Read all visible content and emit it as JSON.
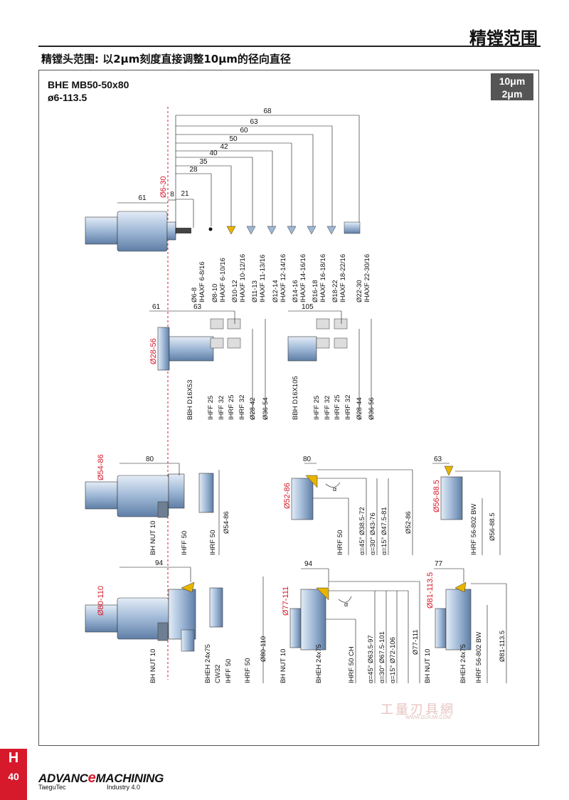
{
  "header": {
    "title": "精镗范围"
  },
  "subtitle": "精镗头范围: 以2μm刻度直接调整10μm的径向直径",
  "model": {
    "name": "BHE MB50-50x80",
    "range": "ø6-113.5"
  },
  "badge": {
    "line1": "10μm",
    "line2": "2μm"
  },
  "top_section": {
    "dims": [
      "68",
      "63",
      "60",
      "50",
      "42",
      "40",
      "35",
      "28",
      "21",
      "8",
      "61"
    ],
    "red_label": "Ø6-30",
    "labels": [
      "Ø6-8",
      "IHAXF 6-8/16",
      "Ø8-10",
      "IHAXF 6-10/16",
      "Ø10-12",
      "IHAXF 10-12/16",
      "Ø11-13",
      "IHAXF 11-13/16",
      "Ø12-14",
      "IHAXF 12-14/16",
      "Ø14-16",
      "IHAXF 14-16/16",
      "Ø16-18",
      "IHAXF 16-18/16",
      "Ø18-22",
      "IHAXF 18-22/16",
      "Ø22-30",
      "IHAXF 22-30/16"
    ]
  },
  "bar_section": {
    "left": {
      "dims": [
        "61",
        "63"
      ],
      "red_label": "Ø28-56",
      "labels": [
        "BBH D16X53",
        "IHFF 25",
        "IHFF 32",
        "IHRF 25",
        "IHRF 32",
        "Ø28-42",
        "Ø36-54"
      ]
    },
    "right": {
      "dims": [
        "105"
      ],
      "labels": [
        "BBH D16X105",
        "IHFF 25",
        "IHFF 32",
        "IHRF 25",
        "IHRF 32",
        "Ø28-44",
        "Ø36-56"
      ]
    }
  },
  "row3": {
    "a": {
      "dim": "80",
      "red_label": "Ø54-86",
      "labels": [
        "BH NUT 10",
        "IHFF 50",
        "IHRF 50",
        "Ø54-86"
      ]
    },
    "b": {
      "dim": "80",
      "red_label": "Ø52-86",
      "alpha": "α",
      "labels": [
        "IHRF 50",
        "α=45°  Ø38.5-72",
        "α=30°  Ø43-76",
        "α=15°  Ø47.5-81",
        "Ø52-86"
      ]
    },
    "c": {
      "dim": "63",
      "red_label": "Ø56-88.5",
      "labels": [
        "IHRF 56-802 BW",
        "Ø56-88.5"
      ]
    }
  },
  "row4": {
    "a": {
      "dim": "94",
      "red_label": "Ø80-110",
      "labels": [
        "BH NUT 10",
        "BHEH 24x75",
        "CW32",
        "IHFF 50",
        "IHRF 50",
        "Ø80-110"
      ]
    },
    "b": {
      "dim": "94",
      "red_label": "Ø77-111",
      "alpha": "α",
      "labels": [
        "BH NUT 10",
        "BHEH 24x75",
        "IHRF 50 CH",
        "α=45°  Ø63.5-97",
        "α=30°  Ø67.5-101",
        "α=15°  Ø72-106",
        "Ø77-111"
      ]
    },
    "c": {
      "dim": "77",
      "red_label": "Ø81-113.5",
      "labels": [
        "BH NUT 10",
        "BHEH 24x75",
        "IHRF 56-802 BW",
        "Ø81-113.5"
      ]
    }
  },
  "footer": {
    "tab_letter": "H",
    "page_number": "40",
    "brand_left": "ADVANC",
    "brand_mid": "e",
    "brand_right": "MACHINING",
    "brand_sub1": "TaeguTec",
    "brand_sub2": "Industry 4.0"
  },
  "watermark": {
    "text": "工量刃具網",
    "url": "WWW.GLRJW.COM"
  },
  "colors": {
    "accent_red": "#d7192c",
    "badge_grey": "#555555",
    "tool_blue": "#9fb8d6"
  }
}
